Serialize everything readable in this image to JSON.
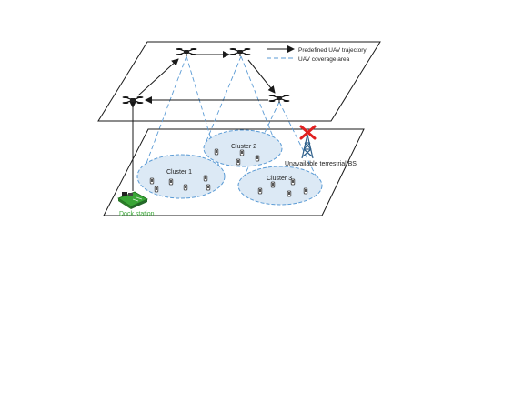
{
  "legend": {
    "trajectory_label": "Predefined UAV trajectory",
    "coverage_label": "UAV coverage area"
  },
  "clusters": [
    {
      "label": "Cluster 1"
    },
    {
      "label": "Cluster 2"
    },
    {
      "label": "Cluster 3"
    }
  ],
  "bs_label": "Unavailable terrestrial BS",
  "dock_label": "Dock station",
  "colors": {
    "line": "#1a1a1a",
    "coverage_dash": "#5b9bd5",
    "cluster_fill": "#dce9f5",
    "cluster_stroke": "#5b9bd5",
    "tower": "#2e5f8a",
    "cross": "#e02020",
    "dock_text": "#3aa637",
    "dock_fill": "#3aa637"
  },
  "icons": {
    "uav": "drone-icon",
    "user": "mobile-phone-icon",
    "bs": "cell-tower-icon",
    "dock": "dock-station-icon"
  }
}
